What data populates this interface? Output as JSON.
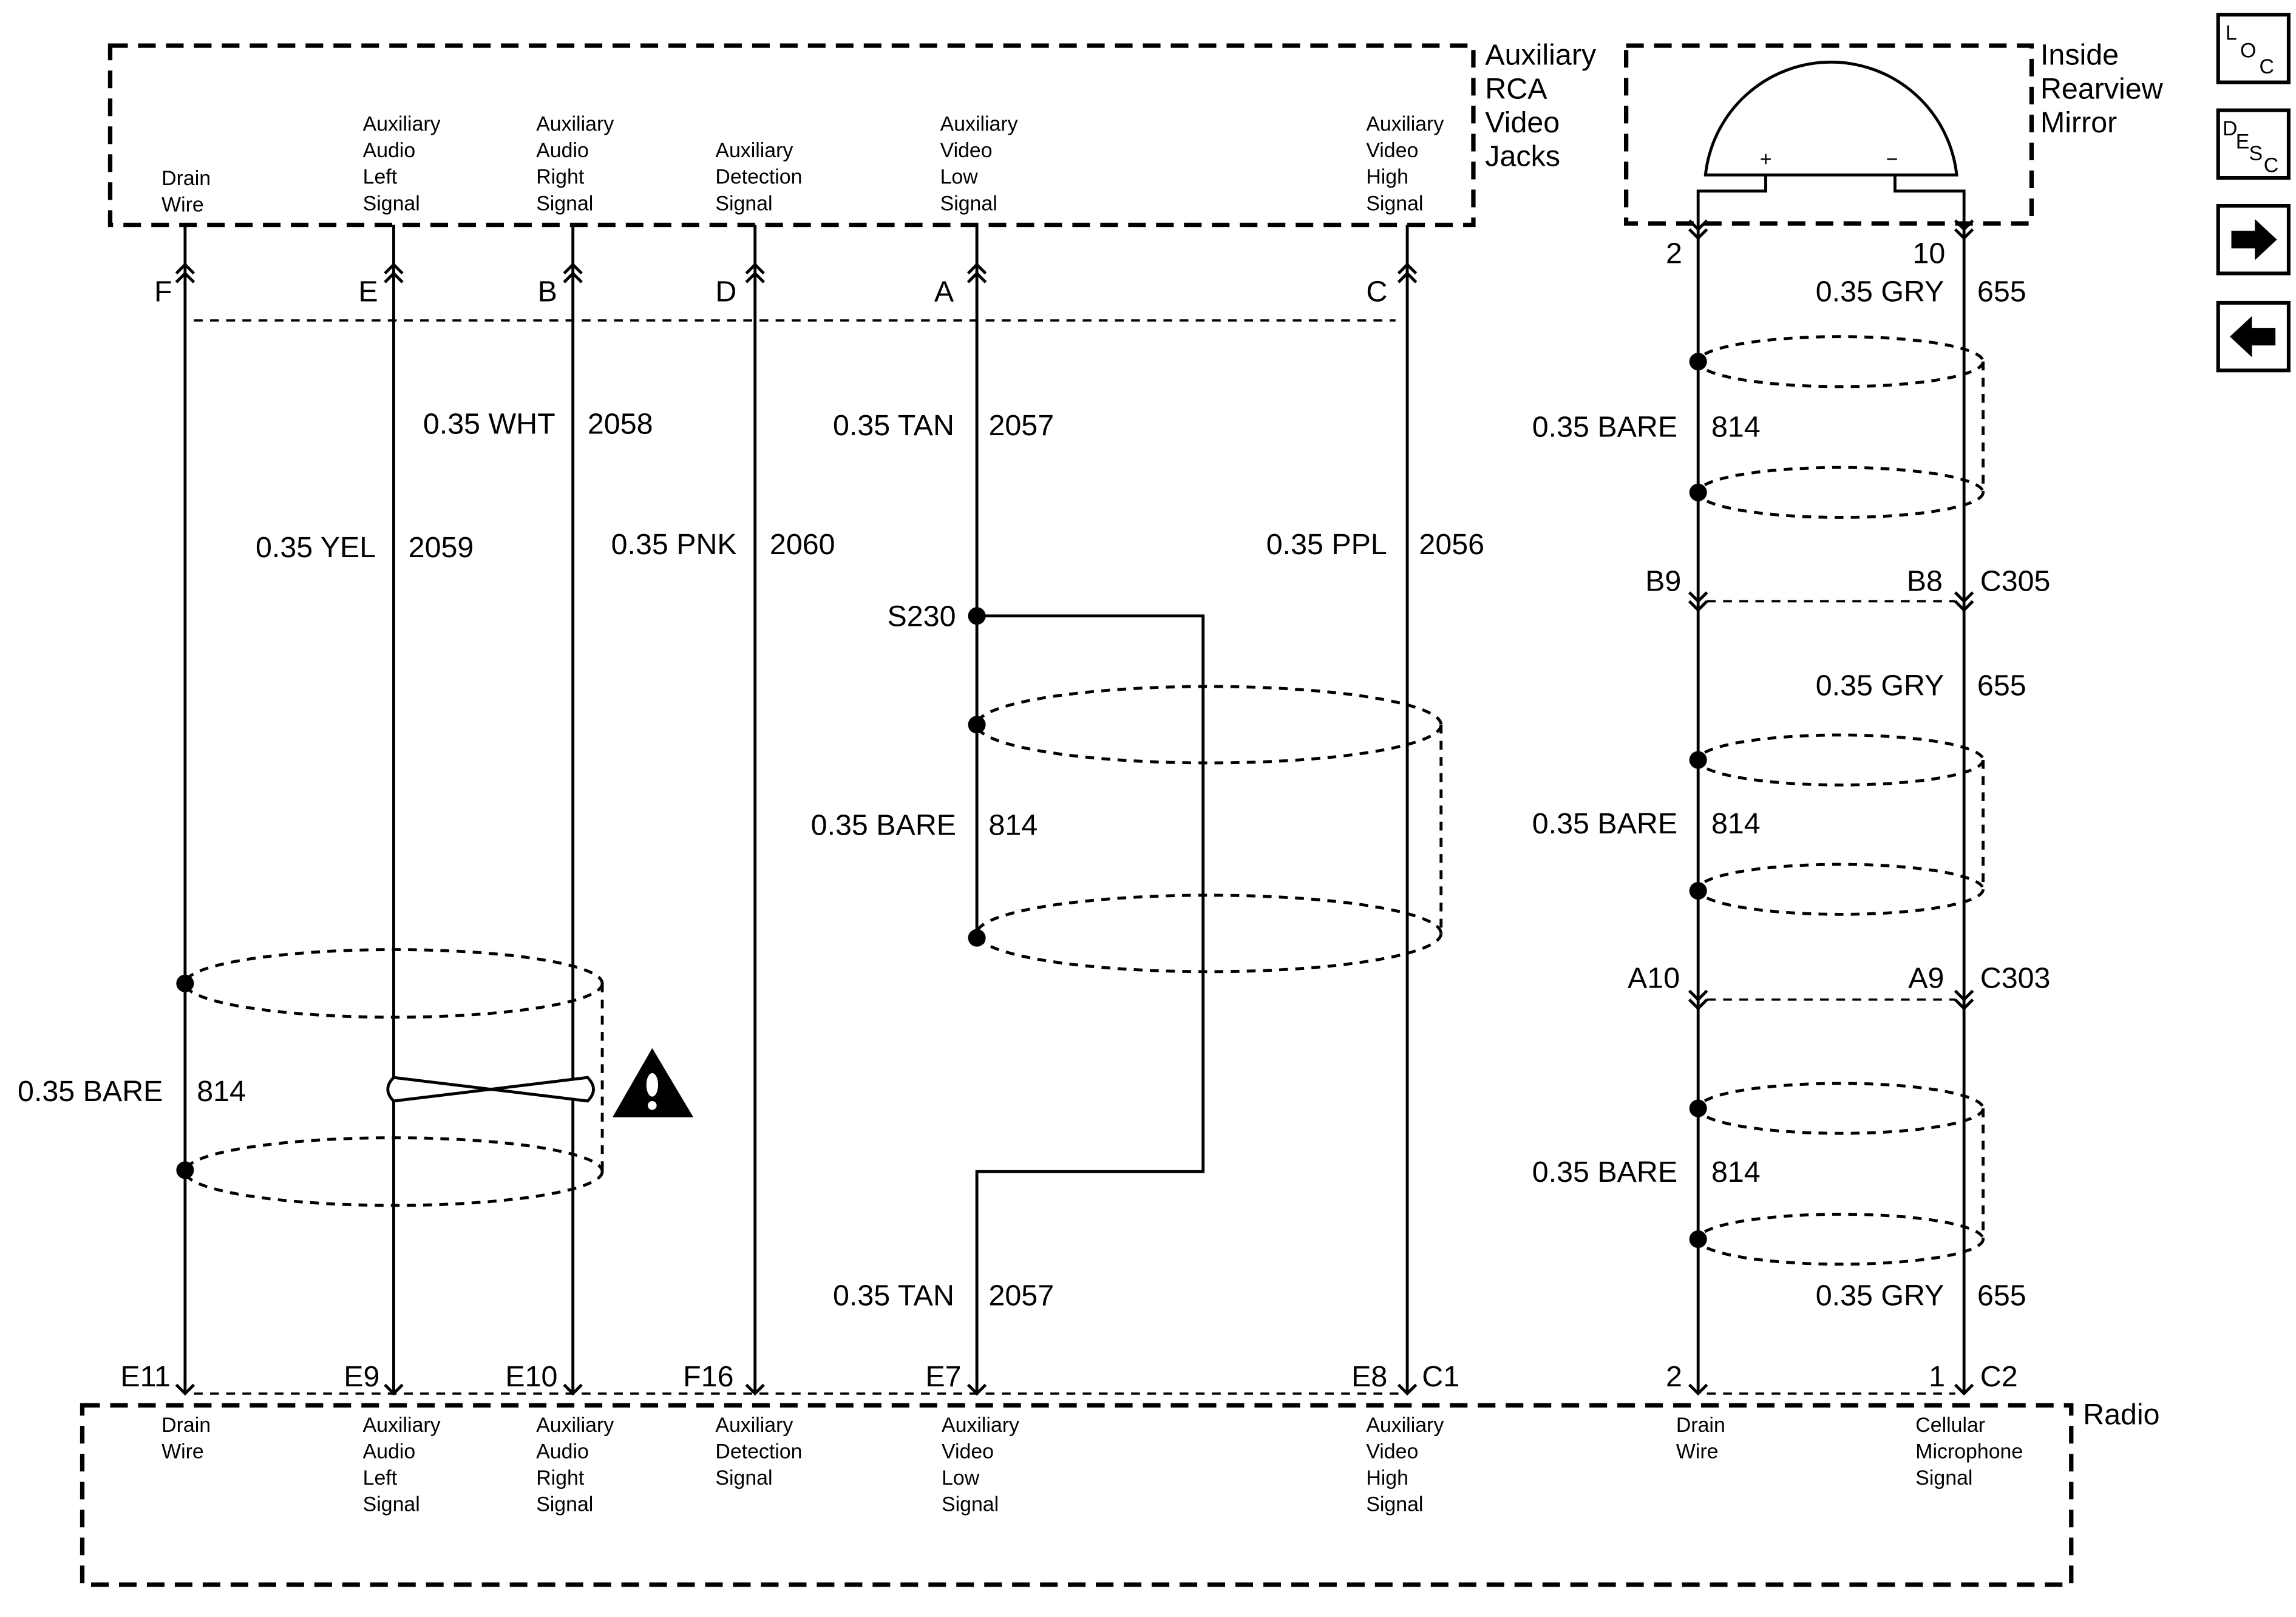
{
  "components": {
    "rca_jacks": {
      "name_lines": [
        "Auxiliary",
        "RCA",
        "Video",
        "Jacks"
      ],
      "pins": [
        {
          "letter": "F",
          "label_lines": [
            "Drain",
            "Wire"
          ]
        },
        {
          "letter": "E",
          "label_lines": [
            "Auxiliary",
            "Audio",
            "Left",
            "Signal"
          ]
        },
        {
          "letter": "B",
          "label_lines": [
            "Auxiliary",
            "Audio",
            "Right",
            "Signal"
          ]
        },
        {
          "letter": "D",
          "label_lines": [
            "Auxiliary",
            "Detection",
            "Signal"
          ]
        },
        {
          "letter": "A",
          "label_lines": [
            "Auxiliary",
            "Video",
            "Low",
            "Signal"
          ]
        },
        {
          "letter": "C",
          "label_lines": [
            "Auxiliary",
            "Video",
            "High",
            "Signal"
          ]
        }
      ]
    },
    "mirror": {
      "name_lines": [
        "Inside",
        "Rearview",
        "Mirror"
      ],
      "plus": "+",
      "minus": "−",
      "pins": [
        "2",
        "10"
      ]
    },
    "radio": {
      "name": "Radio",
      "pins": [
        {
          "number": "E11",
          "label_lines": [
            "Drain",
            "Wire"
          ]
        },
        {
          "number": "E9",
          "label_lines": [
            "Auxiliary",
            "Audio",
            "Left",
            "Signal"
          ]
        },
        {
          "number": "E10",
          "label_lines": [
            "Auxiliary",
            "Audio",
            "Right",
            "Signal"
          ]
        },
        {
          "number": "F16",
          "label_lines": [
            "Auxiliary",
            "Detection",
            "Signal"
          ]
        },
        {
          "number": "E7",
          "label_lines": [
            "Auxiliary",
            "Video",
            "Low",
            "Signal"
          ]
        },
        {
          "number": "E8",
          "label_lines": [
            "Auxiliary",
            "Video",
            "High",
            "Signal"
          ]
        },
        {
          "number": "2",
          "label_lines": [
            "Drain",
            "Wire"
          ]
        },
        {
          "number": "1",
          "label_lines": [
            "Cellular",
            "Microphone",
            "Signal"
          ]
        }
      ],
      "connectors": [
        "C1",
        "C2"
      ]
    }
  },
  "wires": {
    "white": {
      "spec": "0.35 WHT",
      "circuit": "2058"
    },
    "yellow": {
      "spec": "0.35 YEL",
      "circuit": "2059"
    },
    "pink": {
      "spec": "0.35 PNK",
      "circuit": "2060"
    },
    "tan_top": {
      "spec": "0.35 TAN",
      "circuit": "2057"
    },
    "tan_bottom": {
      "spec": "0.35 TAN",
      "circuit": "2057"
    },
    "purple": {
      "spec": "0.35 PPL",
      "circuit": "2056"
    },
    "bare_left": {
      "spec": "0.35 BARE",
      "circuit": "814"
    },
    "bare_mid": {
      "spec": "0.35 BARE",
      "circuit": "814"
    },
    "bare_r1": {
      "spec": "0.35 BARE",
      "circuit": "814"
    },
    "bare_r2": {
      "spec": "0.35 BARE",
      "circuit": "814"
    },
    "bare_r3": {
      "spec": "0.35 BARE",
      "circuit": "814"
    },
    "gray_1": {
      "spec": "0.35 GRY",
      "circuit": "655"
    },
    "gray_2": {
      "spec": "0.35 GRY",
      "circuit": "655"
    },
    "gray_3": {
      "spec": "0.35 GRY",
      "circuit": "655"
    }
  },
  "splice": "S230",
  "inline_connectors": {
    "c305": {
      "name": "C305",
      "left_pin": "B9",
      "right_pin": "B8"
    },
    "c303": {
      "name": "C303",
      "left_pin": "A10",
      "right_pin": "A9"
    }
  },
  "nav": {
    "loc": [
      "L",
      "O",
      "C"
    ],
    "desc": [
      "D",
      "E",
      "S",
      "C"
    ],
    "forward_icon": "arrow-right",
    "back_icon": "arrow-left"
  }
}
